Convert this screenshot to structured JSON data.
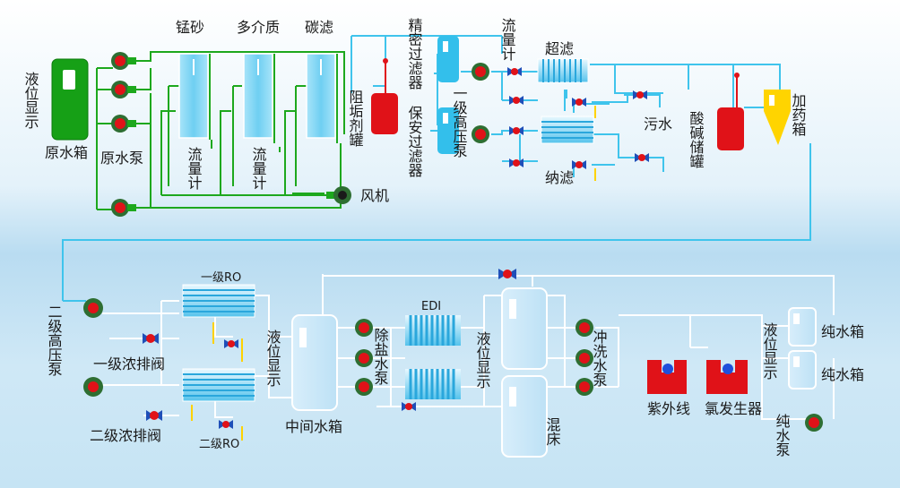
{
  "labels": {
    "level_display_1": "液位显示",
    "raw_tank": "原水箱",
    "raw_pump": "原水泵",
    "manganese_sand": "锰砂",
    "multi_media": "多介质",
    "carbon_filter": "碳滤",
    "flowmeter_1": "流量计",
    "flowmeter_2": "流量计",
    "antiscalant_tank": "阻垢剂罐",
    "precision_filter": "精密过滤器",
    "security_filter": "保安过滤器",
    "first_hp_pump": "一级高压泵",
    "flowmeter_3": "流量计",
    "ultrafiltration": "超滤",
    "nanofiltration": "纳滤",
    "sewage": "污水",
    "acid_base_tank": "酸碱储罐",
    "dosing_tank": "加药箱",
    "blower": "风机",
    "second_hp_pump": "二级高压泵",
    "first_reject_valve": "一级浓排阀",
    "second_reject_valve": "二级浓排阀",
    "ro1": "一级RO",
    "ro2": "二级RO",
    "level_display_2": "液位显示",
    "intermediate_tank": "中间水箱",
    "desalted_pump": "除盐水泵",
    "edi": "EDI",
    "level_display_3": "液位显示",
    "flush_pump": "冲洗水泵",
    "mixed_bed": "混床",
    "uv": "紫外线",
    "chlorine_gen": "氯发生器",
    "level_display_4": "液位显示",
    "pure_tank_1": "纯水箱",
    "pure_tank_2": "纯水箱",
    "pure_pump": "纯水泵"
  },
  "colors": {
    "background_top": "#ffffff",
    "background_bottom": "#bfe0f3",
    "pipe_blue": "#3fc4ec",
    "pipe_green": "#1da81d",
    "pump_green": "#2e6e32",
    "pump_red": "#e01218",
    "tank_red": "#e01218",
    "valve_blue": "#1f4fb8",
    "filter_cyan": "#7fd6f5",
    "dosing_yellow": "#ffd400"
  }
}
